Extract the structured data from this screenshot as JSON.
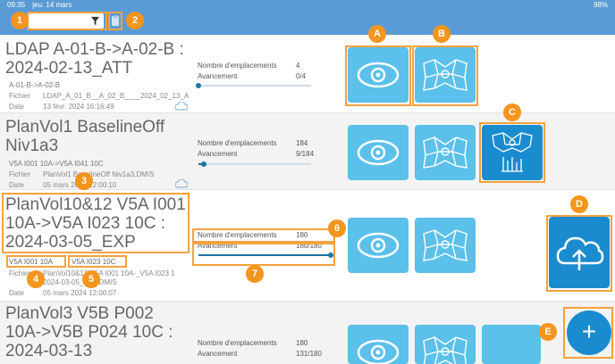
{
  "status_bar": {
    "time": "09:35",
    "date": "jeu. 14 mars",
    "battery": "98%"
  },
  "colors": {
    "toolbar": "#5b9bd5",
    "tile_light": "#5bc0ea",
    "tile_dark": "#1b8bcf",
    "callout": "#f4951d",
    "progress": "#1b75a7"
  },
  "toolbar": {
    "filter_value": "",
    "filter_icon": "funnel-icon",
    "paste_icon": "clipboard-icon"
  },
  "labels": {
    "slots": "Nombre d'emplacements",
    "progress": "Avancement",
    "file": "Fichier",
    "date": "Date"
  },
  "rows": [
    {
      "title": "LDAP A-01-B->A-02-B : 2024-02-13_ATT",
      "subtitle": "A-01-B->A-02-B",
      "file": "LDAP_A_01_B__A_02_B____2024_02_13_A",
      "date": "13 févr. 2024 16:16:49",
      "slots": "4",
      "progress_text": "0/4",
      "progress_fraction": 0.0
    },
    {
      "title": "PlanVol1 BaselineOff Niv1a3",
      "subtitle": "V5A I001 10A->V5A I041 10C",
      "file": "PlanVol1 BaselineOff Niv1a3.DMIS",
      "date": "05 mars 2024 12:00:10",
      "slots": "184",
      "progress_text": "9/184",
      "progress_fraction": 0.05
    },
    {
      "title": "PlanVol10&12 V5A I001 10A->V5A I023 10C : 2024-03-05_EXP",
      "start_point": "V5A I001 10A",
      "end_point": "V5A I023 10C",
      "file": "PlanVol10&12 V5A I001 10A-_V5A I023 1",
      "file_line2": "2024-03-05_EXP.DMIS",
      "date": "05 mars 2024 12:00:07",
      "slots": "180",
      "progress_text": "180/180",
      "progress_fraction": 1.0
    },
    {
      "title": "PlanVol3 V5B P002 10A->V5B P024 10C : 2024-03-13",
      "slots": "180",
      "progress_text": "131/180",
      "progress_fraction": 0.73
    }
  ],
  "callouts": {
    "n1": "1",
    "n2": "2",
    "n3": "3",
    "n4": "4",
    "n5": "5",
    "n6": "6",
    "n7": "7",
    "a": "A",
    "b": "B",
    "c": "C",
    "d": "D",
    "e": "E"
  },
  "fab": {
    "label": "+"
  },
  "icons": {
    "view": "eye-icon",
    "plan": "measurement-plan-icon",
    "measure": "probe-measure-icon",
    "upload": "cloud-upload-icon",
    "cloud": "cloud-icon"
  }
}
